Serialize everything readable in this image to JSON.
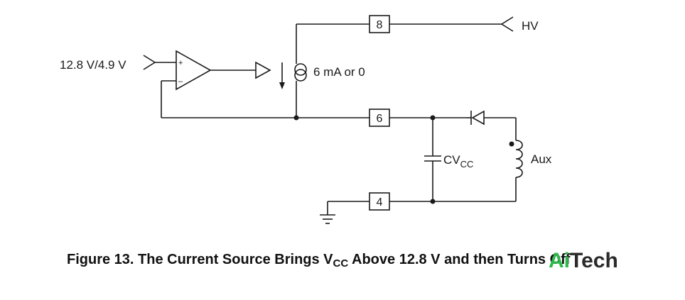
{
  "labels": {
    "input": "12.8 V/4.9 V",
    "hv": "HV",
    "current": "6 mA or 0",
    "cvcc_main": "CV",
    "cvcc_sub": "CC",
    "aux": "Aux",
    "plus": "+",
    "minus": "–"
  },
  "pins": {
    "pin8": "8",
    "pin6": "6",
    "pin4": "4"
  },
  "caption": {
    "part1": "Figure 13. The Current Source Brings V",
    "sub": "CC",
    "part2": " Above 12.8 V and then Turns Off"
  },
  "watermark": {
    "first": "Ai",
    "rest": "Tech"
  },
  "colors": {
    "line": "#1a1a1a",
    "watermark_green": "#2db84b"
  }
}
